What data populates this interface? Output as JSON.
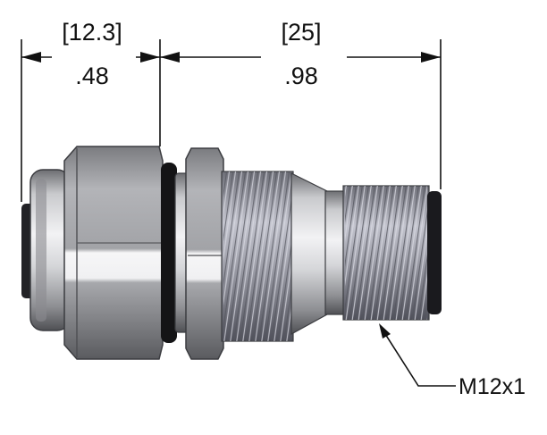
{
  "dimensions": {
    "left": {
      "metric": "[12.3]",
      "imperial": ".48"
    },
    "right": {
      "metric": "[25]",
      "imperial": ".98"
    }
  },
  "callout": {
    "label": "M12x1"
  },
  "colors": {
    "metal_light": "#e8e8ea",
    "metal_mid": "#a9aaae",
    "metal_dark": "#55565a",
    "thread_light": "#b8b9c4",
    "thread_dark": "#5b5c66",
    "oring": "#111111"
  }
}
